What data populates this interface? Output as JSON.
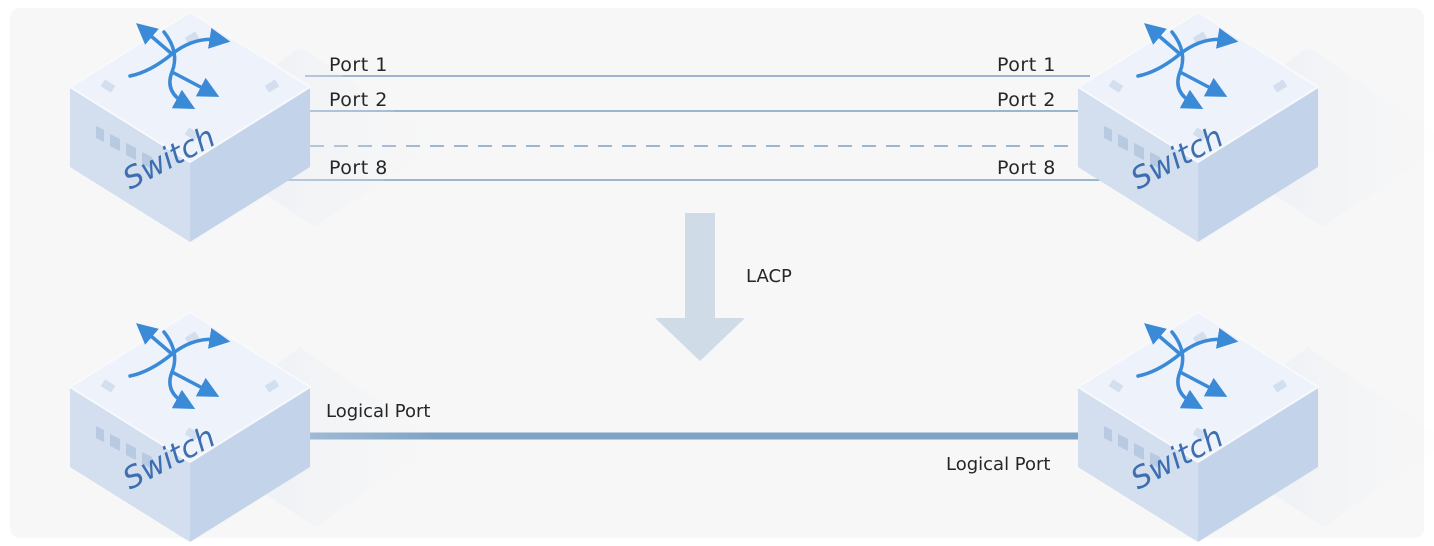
{
  "device_label": "Switch",
  "before": {
    "left_ports": [
      "Port  1",
      "Port  2",
      "Port  8"
    ],
    "right_ports": [
      "Port  1",
      "Port  2",
      "Port  8"
    ]
  },
  "arrow_label": "LACP",
  "after": {
    "left_label": "Logical Port",
    "right_label": "Logical Port"
  },
  "colors": {
    "background": "#f7f7f7",
    "link_line": "#7fa0c2",
    "aggregated_link": "#7ea3c5",
    "arrow": "#cfdbe7",
    "switch_top": "#eef2fa",
    "switch_side_left": "#d4dff0",
    "switch_side_right": "#c0d2ea",
    "icon_blue": "#3b8ad7"
  }
}
